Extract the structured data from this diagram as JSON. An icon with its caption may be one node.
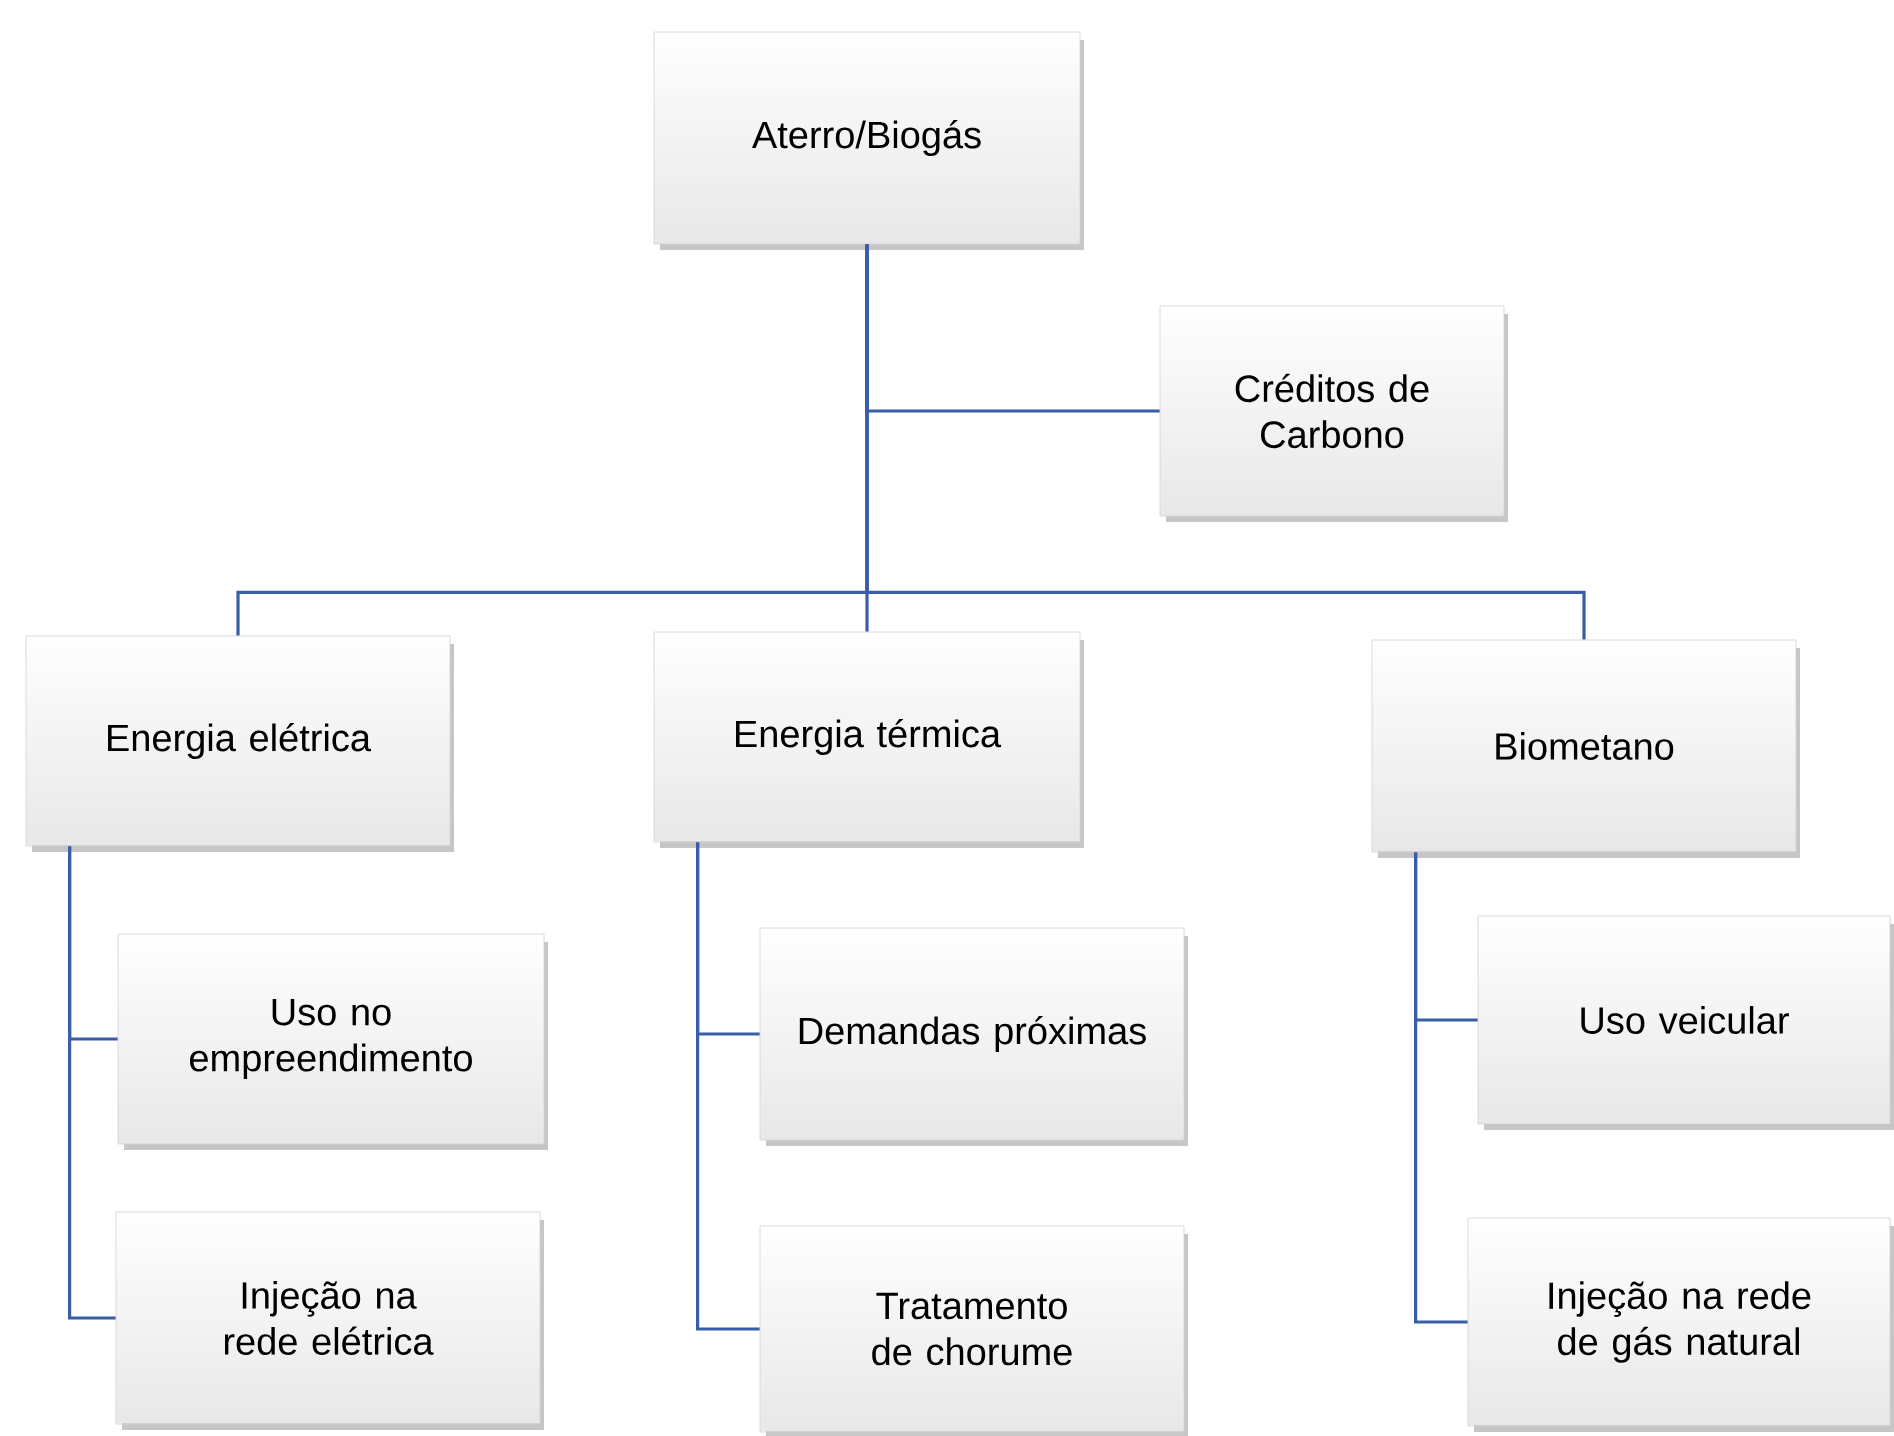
{
  "diagram": {
    "nodes": [
      {
        "text": [
          "Aterro/Biogás"
        ]
      },
      {
        "text": [
          "Créditos de Carbono"
        ]
      },
      {
        "text": [
          "Energia elétrica"
        ]
      },
      {
        "text": [
          "Energia térmica"
        ]
      },
      {
        "text": [
          "Biometano"
        ]
      },
      {
        "text": [
          "Uso no empreendimento"
        ]
      },
      {
        "text": [
          "Injeção na rede elétrica"
        ]
      },
      {
        "text": [
          "Demandas próximas"
        ]
      },
      {
        "text": [
          "Tratamento de chorume"
        ]
      },
      {
        "text": [
          "Uso veicular"
        ]
      },
      {
        "text": [
          "Injeção na rede de gás natural"
        ]
      }
    ],
    "edges": [
      {
        "from": 0,
        "to": 1,
        "arrow": "none"
      },
      {
        "from": 0,
        "to": 2,
        "arrow": "none"
      },
      {
        "from": 0,
        "to": 3,
        "arrow": "none"
      },
      {
        "from": 0,
        "to": 4,
        "arrow": "none"
      },
      {
        "from": 2,
        "to": 5,
        "arrow": "none"
      },
      {
        "from": 2,
        "to": 6,
        "arrow": "none"
      },
      {
        "from": 3,
        "to": 7,
        "arrow": "none"
      },
      {
        "from": 3,
        "to": 8,
        "arrow": "none"
      },
      {
        "from": 4,
        "to": 9,
        "arrow": "none"
      },
      {
        "from": 4,
        "to": 10,
        "arrow": "none"
      }
    ]
  }
}
